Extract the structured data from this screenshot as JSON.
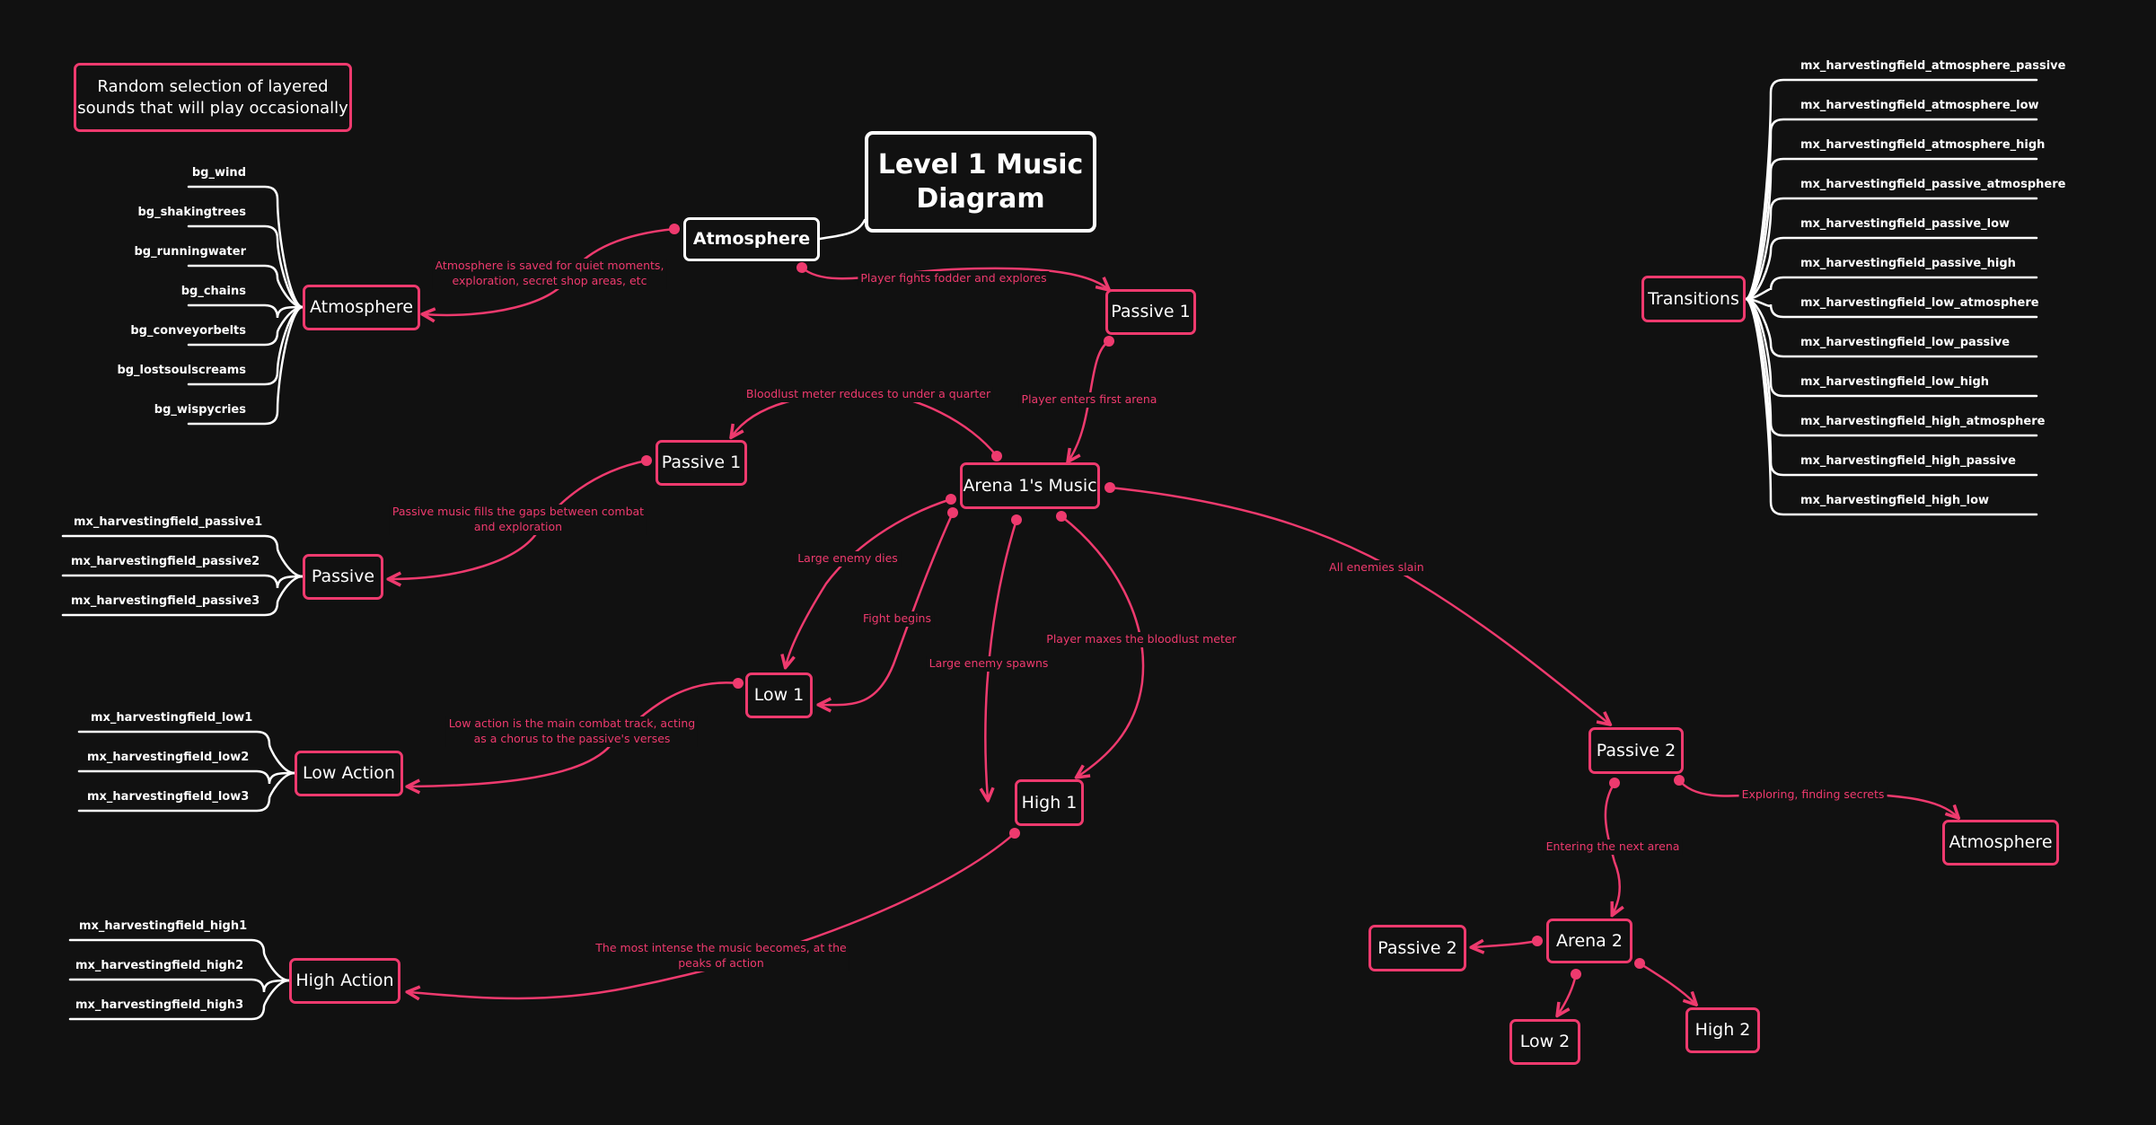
{
  "colors": {
    "background": "#111111",
    "accent": "#ee3a6e",
    "neutral": "#ffffff"
  },
  "title": "Level 1 Music Diagram",
  "note": "Random selection of layered sounds that will play occasionally",
  "nodes": {
    "atmosphere_root": "Atmosphere",
    "atmosphere_group": "Atmosphere",
    "passive1_top": "Passive 1",
    "passive1_mid": "Passive 1",
    "passive_group": "Passive",
    "arena1": "Arena 1's Music",
    "low1": "Low 1",
    "low_action": "Low Action",
    "high1": "High 1",
    "high_action": "High Action",
    "passive2": "Passive 2",
    "atmosphere_right": "Atmosphere",
    "arena2": "Arena 2",
    "passive2_left": "Passive 2",
    "low2": "Low 2",
    "high2": "High 2",
    "transitions": "Transitions"
  },
  "leaves": {
    "atmosphere": [
      "bg_wind",
      "bg_shakingtrees",
      "bg_runningwater",
      "bg_chains",
      "bg_conveyorbelts",
      "bg_lostsoulscreams",
      "bg_wispycries"
    ],
    "passive": [
      "mx_harvestingfield_passive1",
      "mx_harvestingfield_passive2",
      "mx_harvestingfield_passive3"
    ],
    "low": [
      "mx_harvestingfield_low1",
      "mx_harvestingfield_low2",
      "mx_harvestingfield_low3"
    ],
    "high": [
      "mx_harvestingfield_high1",
      "mx_harvestingfield_high2",
      "mx_harvestingfield_high3"
    ],
    "transitions": [
      "mx_harvestingfield_atmosphere_passive",
      "mx_harvestingfield_atmosphere_low",
      "mx_harvestingfield_atmosphere_high",
      "mx_harvestingfield_passive_atmosphere",
      "mx_harvestingfield_passive_low",
      "mx_harvestingfield_passive_high",
      "mx_harvestingfield_low_atmosphere",
      "mx_harvestingfield_low_passive",
      "mx_harvestingfield_low_high",
      "mx_harvestingfield_high_atmosphere",
      "mx_harvestingfield_high_passive",
      "mx_harvestingfield_high_low"
    ]
  },
  "edge_labels": {
    "atmo_saved": "Atmosphere is saved for quiet moments,\nexploration, secret shop areas, etc",
    "fodder": "Player fights fodder and explores",
    "first_arena": "Player enters first arena",
    "bloodlust_reduce": "Bloodlust meter reduces to under a quarter",
    "passive_fills": "Passive music fills the gaps between combat\nand exploration",
    "large_enemy_dies": "Large enemy dies",
    "fight_begins": "Fight begins",
    "large_enemy_spawns": "Large enemy spawns",
    "bloodlust_max": "Player maxes the bloodlust meter",
    "all_slain": "All enemies slain",
    "low_action_desc": "Low action is the main combat track, acting\nas a chorus to the passive's verses",
    "most_intense": "The most intense the music becomes, at the\npeaks of action",
    "exploring": "Exploring, finding secrets",
    "next_arena": "Entering the next arena"
  }
}
